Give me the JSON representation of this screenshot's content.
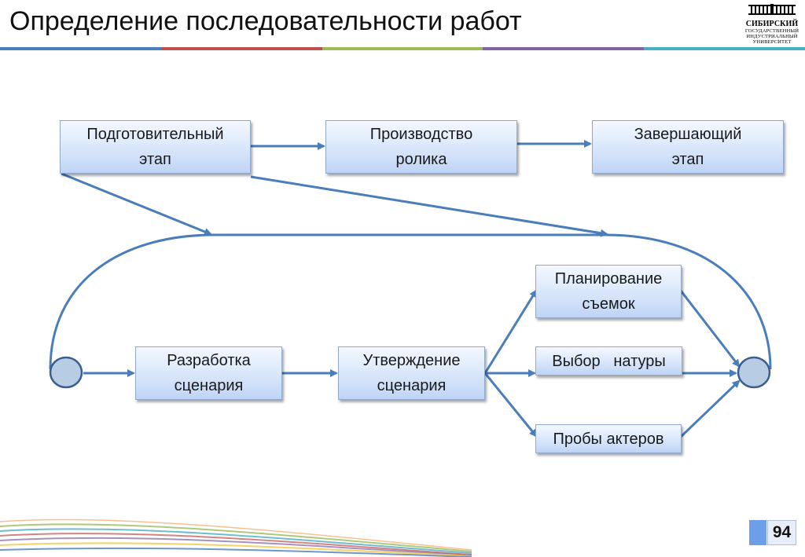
{
  "slide": {
    "title": "Определение последовательности работ",
    "page_number": "94",
    "rule_colors": [
      "#4a7ebb",
      "#c0504d",
      "#9bbb59",
      "#8064a2",
      "#4bacc6"
    ]
  },
  "logo": {
    "line1": "СИБИРСКИЙ",
    "line2": "ГОСУДАРСТВЕННЫЙ",
    "line3": "ИНДУСТРИАЛЬНЫЙ",
    "line4": "УНИВЕРСИТЕТ"
  },
  "nodes": {
    "prep": {
      "line1": "Подготовительный",
      "line2": "этап"
    },
    "production": {
      "line1": "Производство",
      "line2": "ролика"
    },
    "final": {
      "line1": "Завершающий",
      "line2": "этап"
    },
    "script_dev": {
      "line1": "Разработка",
      "line2": "сценария"
    },
    "script_approve": {
      "line1": "Утверждение",
      "line2": "сценария"
    },
    "shoot_plan": {
      "line1": "Планирование",
      "line2": "съемок"
    },
    "location": {
      "line1": "Выбор   натуры"
    },
    "casting": {
      "line1": "Пробы актеров"
    }
  },
  "colors": {
    "arrow": "#4a7ebb",
    "circle_fill": "#b8cce4",
    "circle_stroke": "#3a5f8f"
  }
}
